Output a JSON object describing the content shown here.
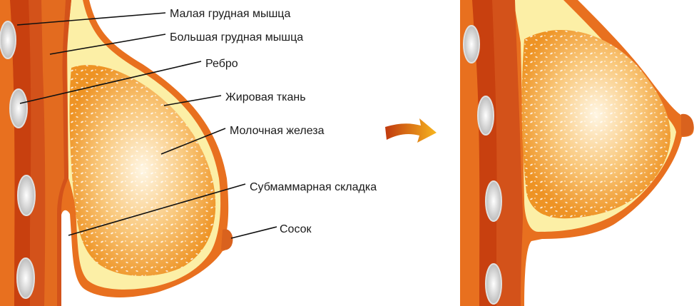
{
  "labels": {
    "minor_muscle": "Малая грудная мышца",
    "major_muscle": "Большая грудная мышца",
    "rib": "Ребро",
    "fat": "Жировая ткань",
    "gland": "Молочная железа",
    "fold": "Субмаммарная складка",
    "nipple": "Сосок"
  },
  "colors": {
    "skin_orange": "#E8701F",
    "muscle_red": "#C8400F",
    "fat_yellow": "#FCEFA6",
    "gland_orange": "#F5A53A",
    "rib_gray": "#DADADA"
  }
}
